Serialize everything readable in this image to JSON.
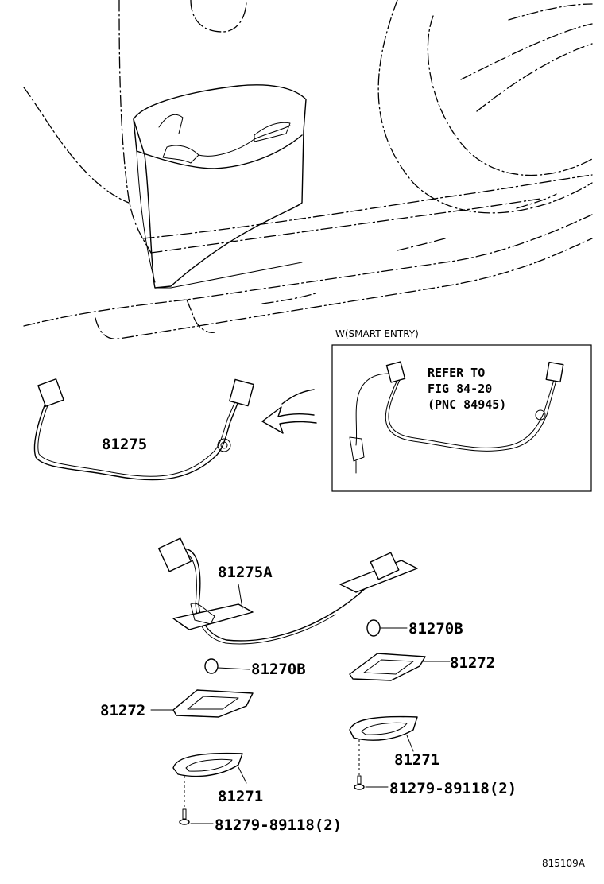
{
  "inset": {
    "title": "W(SMART ENTRY)",
    "note_line1": "REFER TO",
    "note_line2": "FIG 84-20",
    "note_line3": "(PNC 84945)"
  },
  "parts": {
    "harness": "81275",
    "harness_a": "81275A",
    "bulb_right": "81270B",
    "bulb_left": "81270B",
    "gasket_right": "81272",
    "gasket_left": "81272",
    "lens_right": "81271",
    "lens_left": "81271",
    "screw_right": "81279-89118(2)",
    "screw_left": "81279-89118(2)"
  },
  "figure_id": "815109A"
}
